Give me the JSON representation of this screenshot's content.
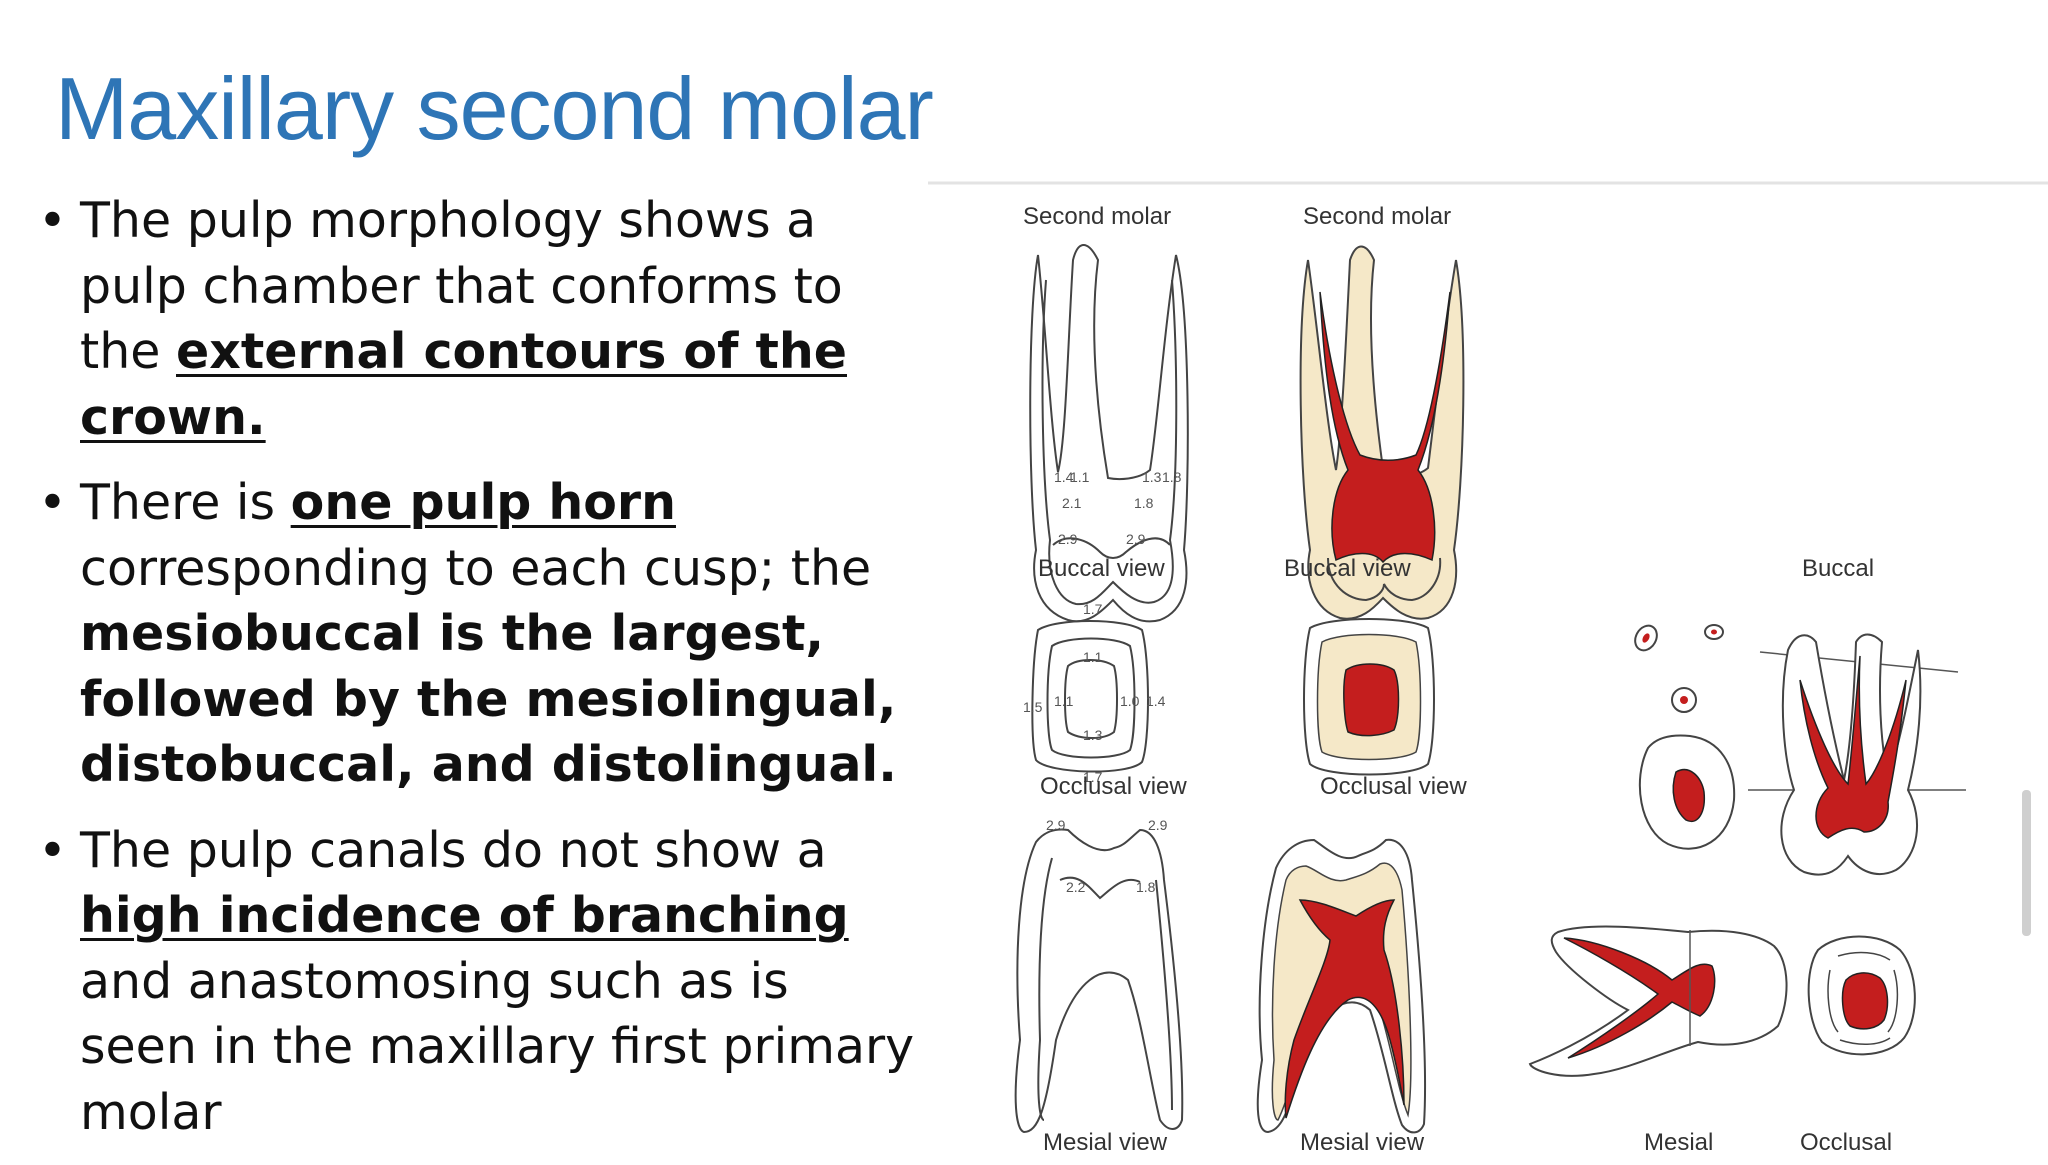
{
  "slide": {
    "title": "Maxillary second molar",
    "bullets": [
      {
        "marker": "•",
        "runs": [
          {
            "text": "The pulp morphology shows a pulp chamber that conforms to the ",
            "style": "normal"
          },
          {
            "text": "external contours of the crown.",
            "style": "bold-underline"
          }
        ]
      },
      {
        "marker": "•",
        "runs": [
          {
            "text": " There is ",
            "style": "normal"
          },
          {
            "text": "one pulp horn",
            "style": "bold-underline"
          },
          {
            "text": " corresponding to each cusp; the ",
            "style": "normal"
          },
          {
            "text": "mesiobuccal is the largest, followed by the mesiolingual, distobuccal, and distolingual.",
            "style": "bold"
          }
        ]
      },
      {
        "marker": "•",
        "runs": [
          {
            "text": "The pulp canals do not show a ",
            "style": "normal"
          },
          {
            "text": "high incidence of branching",
            "style": "bold-underline"
          },
          {
            "text": " and anastomosing such as is seen in the maxillary first primary molar",
            "style": "normal"
          }
        ]
      }
    ]
  },
  "figure": {
    "col1_header": "Second molar",
    "col2_header": "Second molar",
    "buccal_view_1": "Buccal view",
    "buccal_view_2": "Buccal view",
    "buccal_3": "Buccal",
    "occlusal_view_1": "Occlusal view",
    "occlusal_view_2": "Occlusal view",
    "mesial_view_1": "Mesial view",
    "mesial_view_2": "Mesial view",
    "mesial_3": "Mesial",
    "occlusal_3": "Occlusal",
    "measurements": {
      "b1": "1.4",
      "b2": "1.1",
      "b3": "2.1",
      "b4": "1.8",
      "b5": "1.3",
      "b6": "1.8",
      "b7": "2.9",
      "b8": "2.9",
      "o1": "1.7",
      "o2": "1.1",
      "o3": "1.5",
      "o4": "1.1",
      "o5": "1.0",
      "o6": "1.4",
      "o7": "1.3",
      "o8": "1.7",
      "m1": "2.9",
      "m2": "2.9",
      "m3": "2.2",
      "m4": "1.8"
    },
    "colors": {
      "pulp": "#c41e1e",
      "dentin": "#f5e8c8",
      "outline": "#444444"
    }
  }
}
